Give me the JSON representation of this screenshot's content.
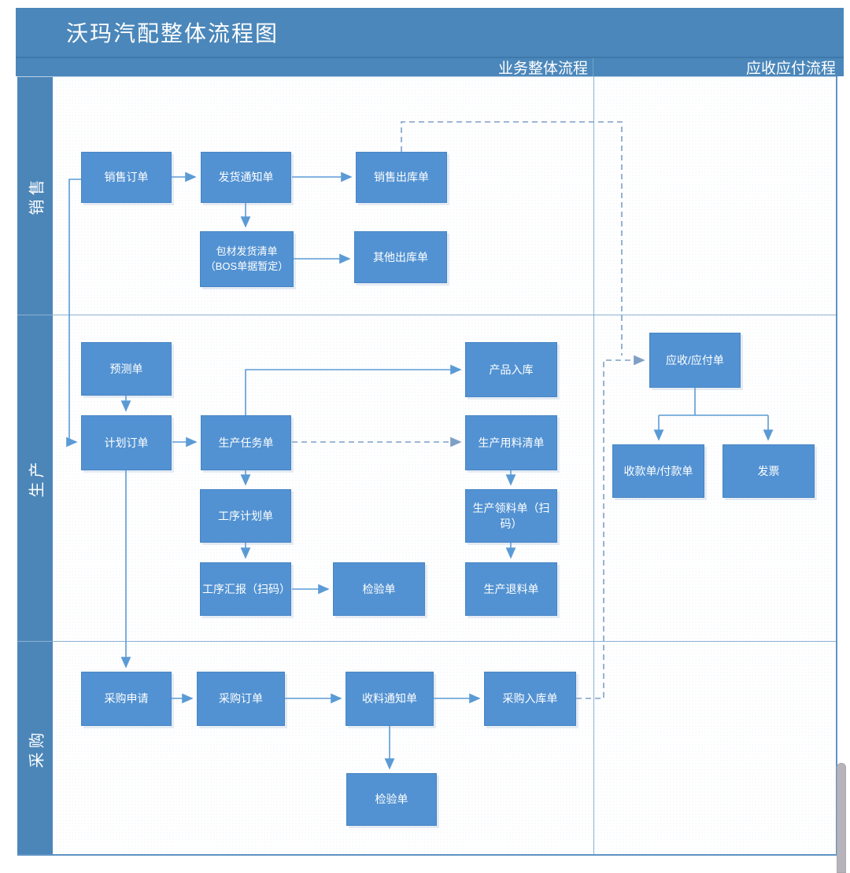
{
  "title": "沃玛汽配整体流程图",
  "header": {
    "columns": [
      {
        "label": "业务整体流程"
      },
      {
        "label": "应收应付流程"
      }
    ]
  },
  "lanes": [
    {
      "label": "销售"
    },
    {
      "label": "生产"
    },
    {
      "label": "采购"
    }
  ],
  "nodes": {
    "sales_order": {
      "label": "销售订单"
    },
    "ship_notice": {
      "label": "发货通知单"
    },
    "sales_outbound": {
      "label": "销售出库单"
    },
    "packing_list": {
      "label": "包材发货清单\n（BOS单据暂定）"
    },
    "other_outbound": {
      "label": "其他出库单"
    },
    "forecast": {
      "label": "预测单"
    },
    "plan_order": {
      "label": "计划订单"
    },
    "prod_task": {
      "label": "生产任务单"
    },
    "prod_inbound": {
      "label": "产品入库"
    },
    "prod_material_list": {
      "label": "生产用料清单"
    },
    "process_plan": {
      "label": "工序计划单"
    },
    "process_report": {
      "label": "工序汇报（扫码）"
    },
    "inspection_prod": {
      "label": "检验单"
    },
    "prod_picking": {
      "label": "生产领料单（扫\n码）"
    },
    "prod_return": {
      "label": "生产退料单"
    },
    "ar_ap": {
      "label": "应收/应付单"
    },
    "receipt_payment": {
      "label": "收款单/付款单"
    },
    "invoice": {
      "label": "发票"
    },
    "purchase_request": {
      "label": "采购申请"
    },
    "purchase_order": {
      "label": "采购订单"
    },
    "receive_notice": {
      "label": "收料通知单"
    },
    "purchase_inbound": {
      "label": "采购入库单"
    },
    "inspection_purchase": {
      "label": "检验单"
    }
  },
  "colors": {
    "bar_blue": "#4b87ba",
    "node_blue": "#5292d2",
    "node_border": "#4685c5",
    "connector_solid": "#5b9bd5",
    "connector_dashed": "#7f9fc6",
    "frame_line": "#8cb1d4",
    "text_white": "#ffffff",
    "scrollbar_gray": "#b6b4ba"
  }
}
